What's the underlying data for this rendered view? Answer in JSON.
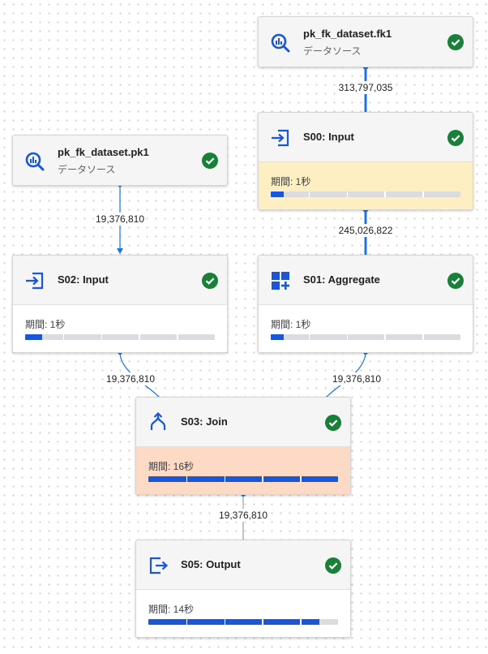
{
  "nodes": {
    "src_fk1": {
      "title": "pk_fk_dataset.fk1",
      "subtitle": "データソース",
      "icon": "bigquery-icon",
      "status": "check-circle-icon"
    },
    "src_pk1": {
      "title": "pk_fk_dataset.pk1",
      "subtitle": "データソース",
      "icon": "bigquery-icon",
      "status": "check-circle-icon"
    },
    "s00": {
      "title": "S00: Input",
      "duration": "期間: 1秒",
      "progress": 0.07,
      "icon": "input-icon",
      "status": "check-circle-icon",
      "highlight": "#feefc3"
    },
    "s02": {
      "title": "S02: Input",
      "duration": "期間: 1秒",
      "progress": 0.09,
      "icon": "input-icon",
      "status": "check-circle-icon"
    },
    "s01": {
      "title": "S01: Aggregate",
      "duration": "期間: 1秒",
      "progress": 0.07,
      "icon": "aggregate-icon",
      "status": "check-circle-icon"
    },
    "s03": {
      "title": "S03: Join",
      "duration": "期間: 16秒",
      "progress": 1.0,
      "icon": "join-icon",
      "status": "check-circle-icon",
      "highlight": "#fcdac5"
    },
    "s05": {
      "title": "S05: Output",
      "duration": "期間: 14秒",
      "progress": 0.9,
      "icon": "output-icon",
      "status": "check-circle-icon"
    }
  },
  "edges": {
    "fk1_to_s00": "313,797,035",
    "pk1_to_s02": "19,376,810",
    "s00_to_s01": "245,026,822",
    "s02_to_s03": "19,376,810",
    "s01_to_s03": "19,376,810",
    "s03_to_s05": "19,376,810"
  },
  "colors": {
    "accent": "#1a56d8",
    "success": "#188038",
    "edge": "#1a73e8",
    "edge_muted": "#9aa0a6"
  }
}
